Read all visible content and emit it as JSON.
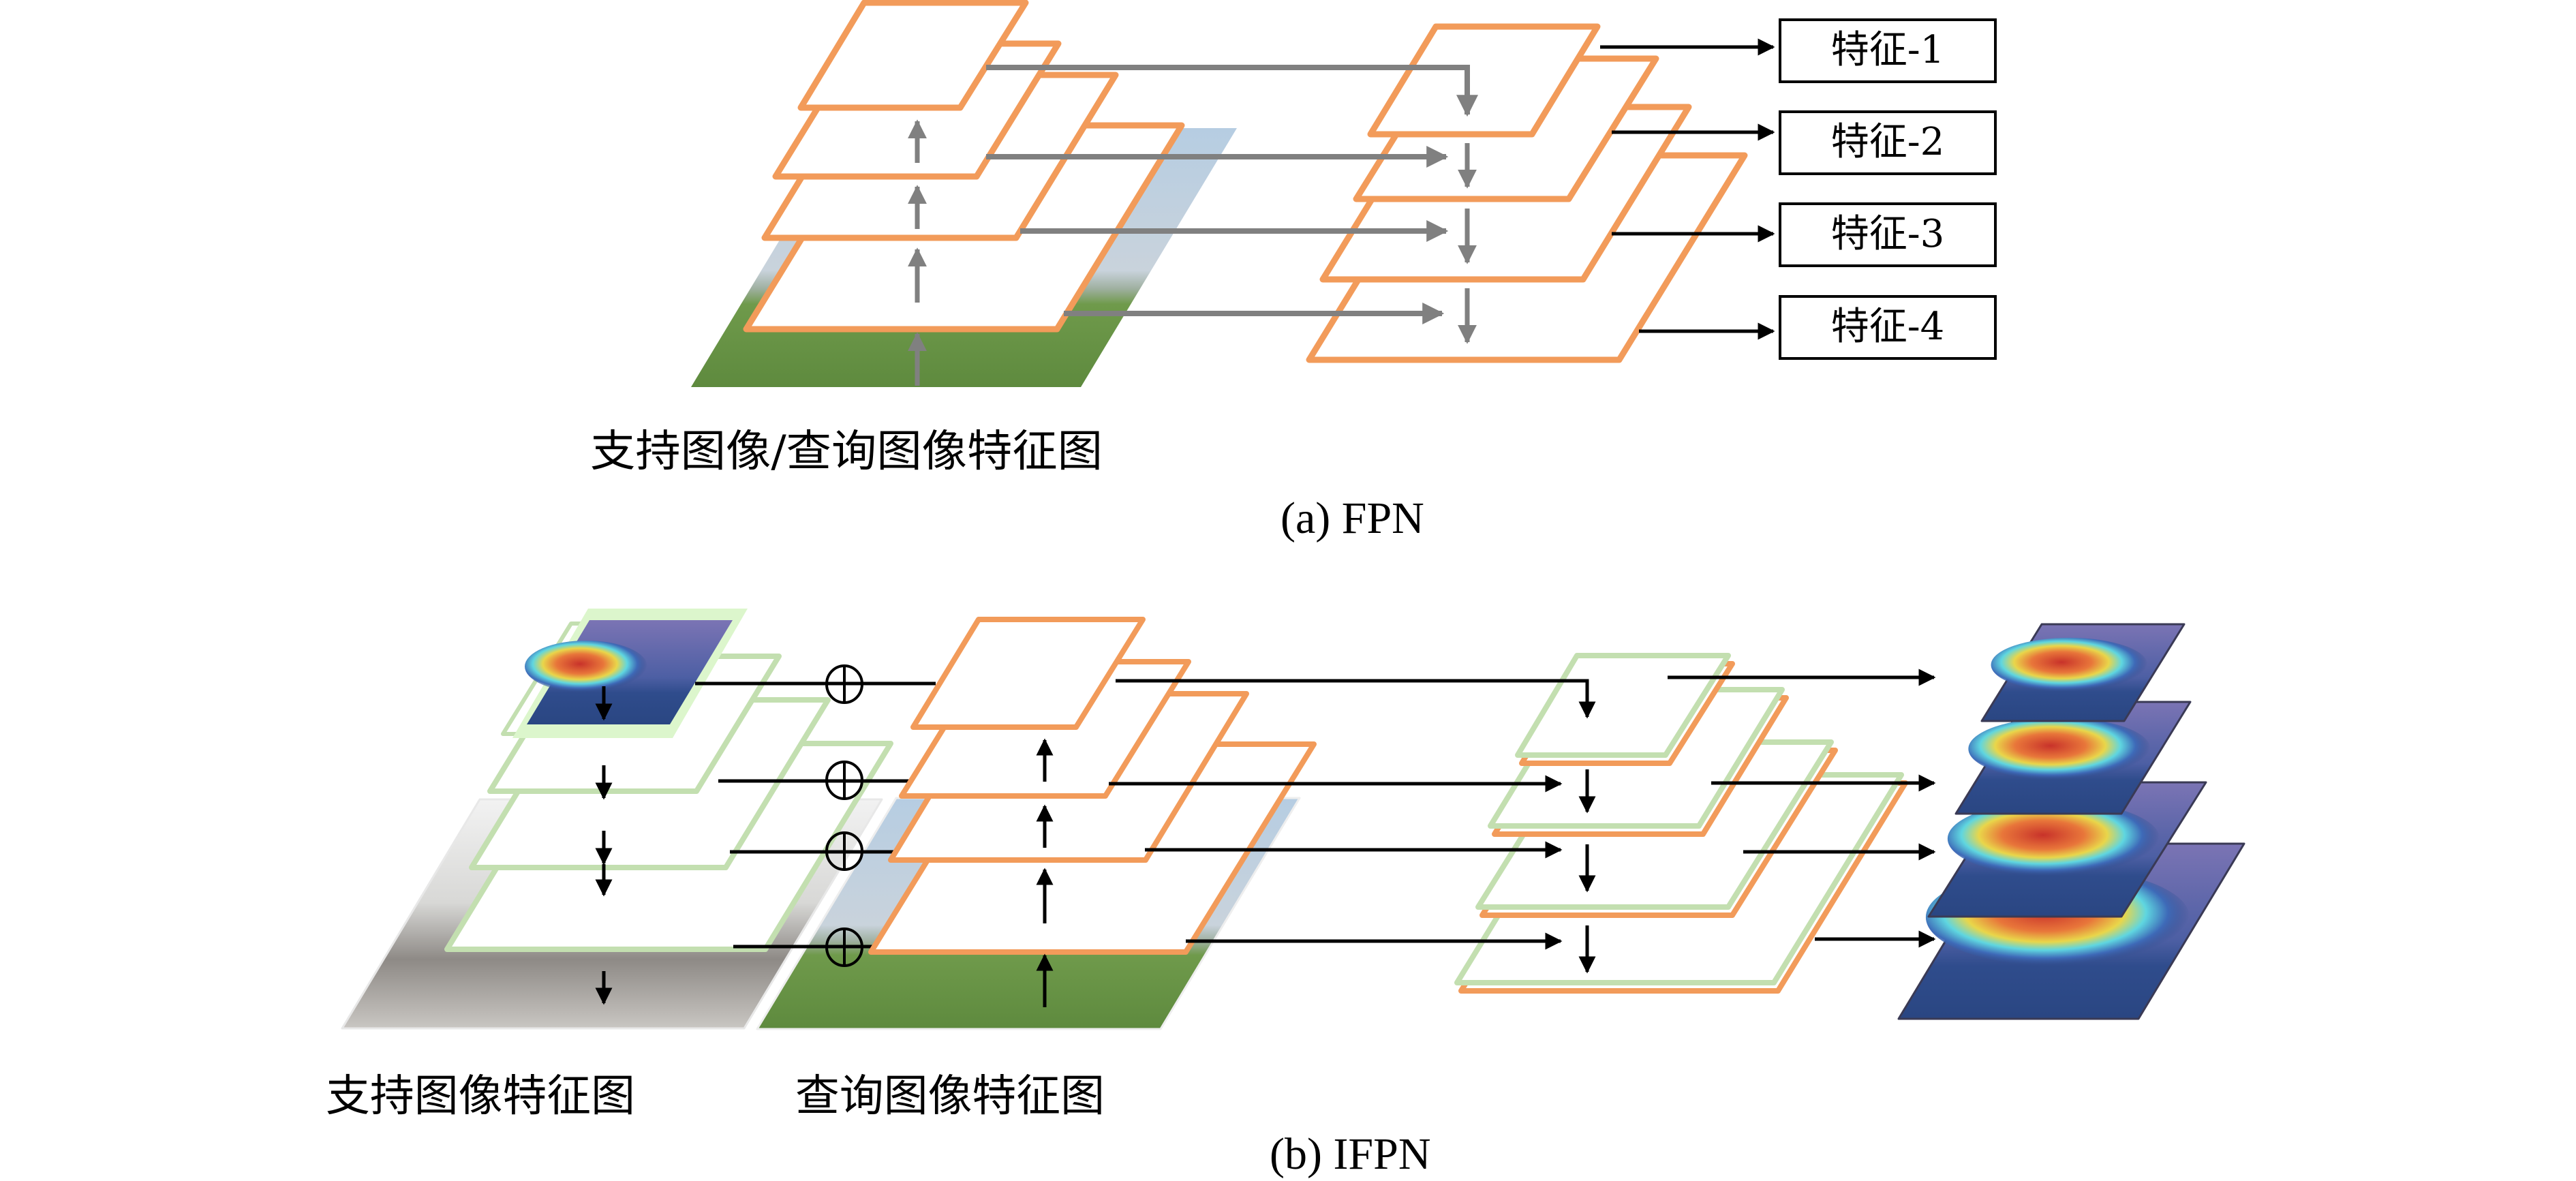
{
  "figure": {
    "colors": {
      "pyramid_orange": "#f29b5a",
      "support_green": "#c3dfb0",
      "support_halo": "#dcf6cc",
      "gray_arrow": "#808080",
      "black_arrow": "#000000",
      "grass": "#6f9a4b",
      "sky": "#b6cde2",
      "heatmap_bg": "#2f4c8c",
      "heatmap_top": "#7b74b4"
    },
    "panel_a": {
      "input_label": "支持图像/查询图像特征图",
      "outputs": [
        "特征-1",
        "特征-2",
        "特征-3",
        "特征-4"
      ],
      "caption": "(a) FPN"
    },
    "panel_b": {
      "support_label": "支持图像特征图",
      "query_label": "查询图像特征图",
      "fusion_symbol": "⊕",
      "caption": "(b) IFPN"
    }
  }
}
